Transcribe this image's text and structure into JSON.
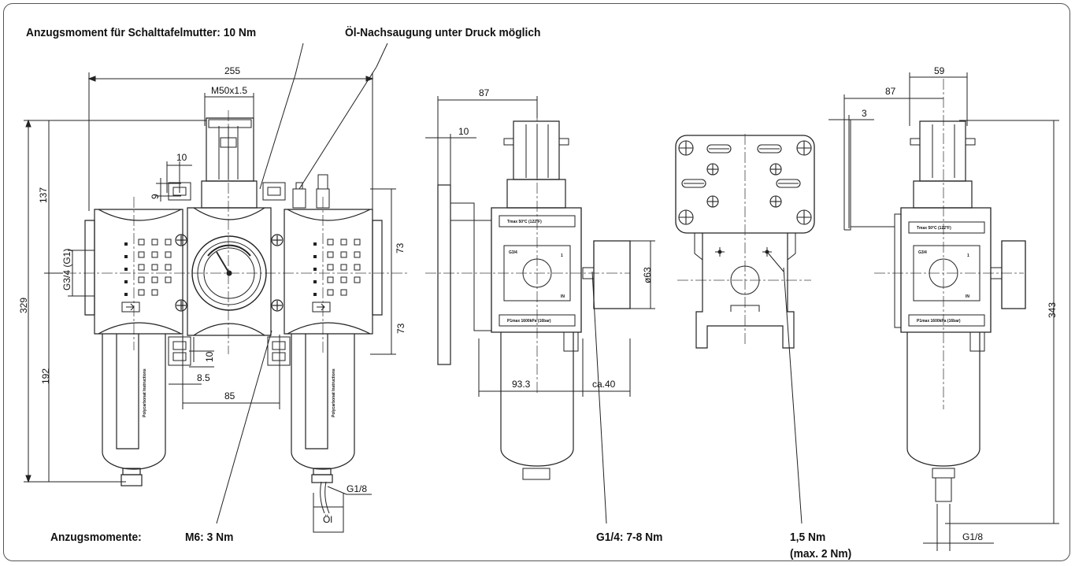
{
  "notes": {
    "panel_nut": "Anzugsmoment für Schalttafelmutter: 10 Nm",
    "oil_refill": "Öl-Nachsaugung unter Druck möglich",
    "torques": "Anzugsmomente:",
    "m6": "M6: 3 Nm",
    "g14": "G1/4: 7-8 Nm",
    "bracket_torque_1": "1,5 Nm",
    "bracket_torque_2": "(max. 2 Nm)"
  },
  "dimensions": {
    "overall_width": "255",
    "thread": "M50x1.5",
    "d10": "10",
    "d9": "9",
    "d137": "137",
    "d329": "329",
    "port": "G3/4 (G1)",
    "d192": "192",
    "d73a": "73",
    "d73b": "73",
    "d10b": "10",
    "d85": "85",
    "d85b": "8.5",
    "g18a": "G1/8",
    "oil": "Öl",
    "side_87": "87",
    "side_10": "10",
    "side_63": "ø63",
    "side_93": "93.3",
    "side_ca40": "ca.40",
    "r_59": "59",
    "r_87": "87",
    "r_3": "3",
    "r_343": "343",
    "r_g18": "G1/8"
  },
  "product_text": {
    "tmax": "Tmax 50°C (122°F)",
    "pmax": "P1max 1600kPa (16bar)",
    "port_g34": "G3/4",
    "port_1": "1",
    "port_in": "IN",
    "bowl": "Polycarbonat Instructions"
  }
}
